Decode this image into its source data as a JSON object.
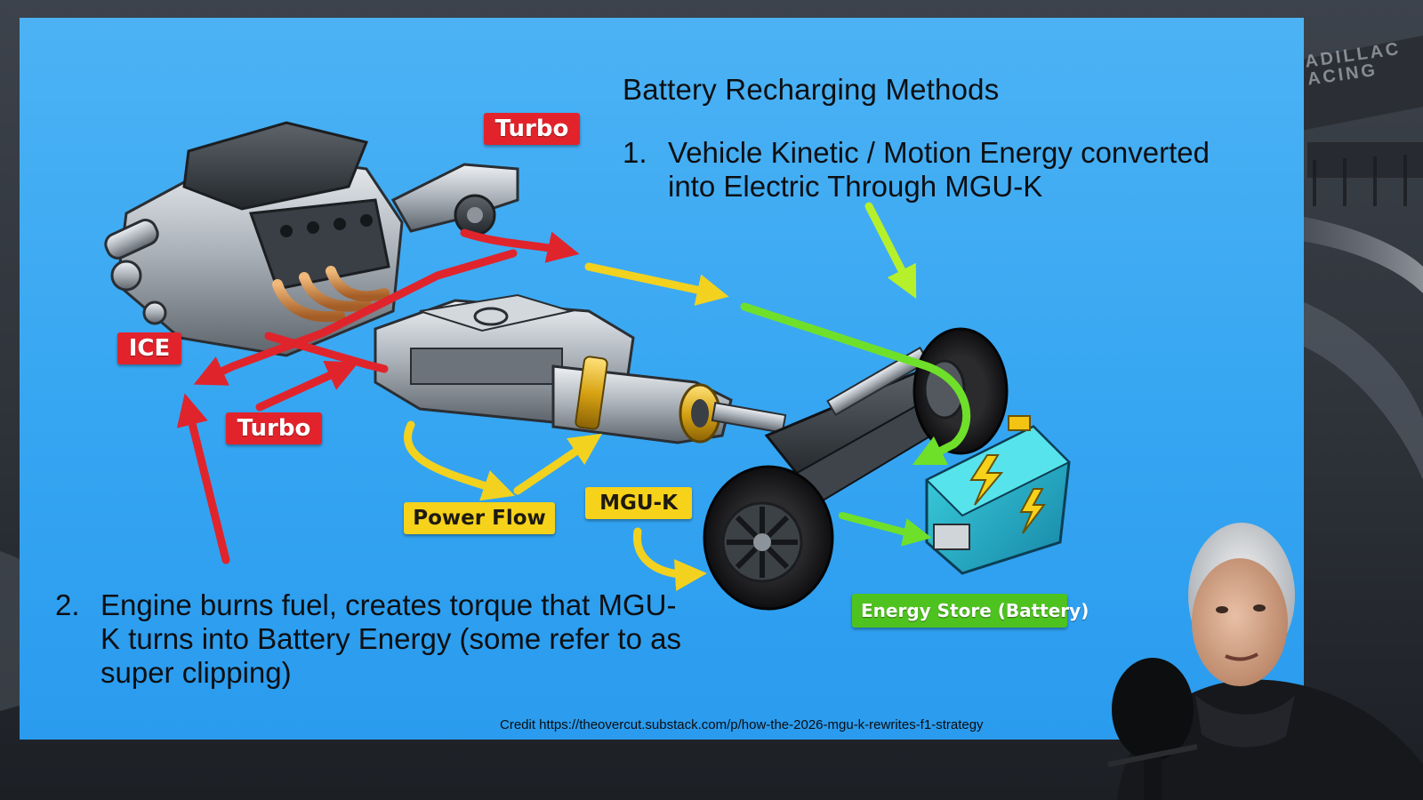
{
  "slide": {
    "title": "Battery Recharging Methods",
    "methods": [
      {
        "number": "1.",
        "text": "Vehicle Kinetic / Motion Energy converted into Electric Through MGU-K"
      },
      {
        "number": "2.",
        "text": "Engine burns fuel, creates torque that MGU-K turns into Battery Energy (some refer to as super clipping)"
      }
    ],
    "credit": "Credit https://theovercut.substack.com/p/how-the-2026-mgu-k-rewrites-f1-strategy"
  },
  "diagram": {
    "labels": {
      "turbo_top": "Turbo",
      "ice": "ICE",
      "turbo_bottom": "Turbo",
      "power_flow": "Power Flow",
      "mgu_k": "MGU-K",
      "energy_store": "Energy Store (Battery)"
    },
    "colors": {
      "slide_background": "#36a6f2",
      "red_label": "#e3232b",
      "yellow_label": "#f6d21a",
      "green_label": "#4ec31f",
      "red_arrow": "#e0242c",
      "yellow_arrow": "#f2d21f",
      "green_arrow": "#7ee82c",
      "battery": "#2bb7c9"
    }
  },
  "background": {
    "sign_text": "ADILLAC\nACING"
  }
}
